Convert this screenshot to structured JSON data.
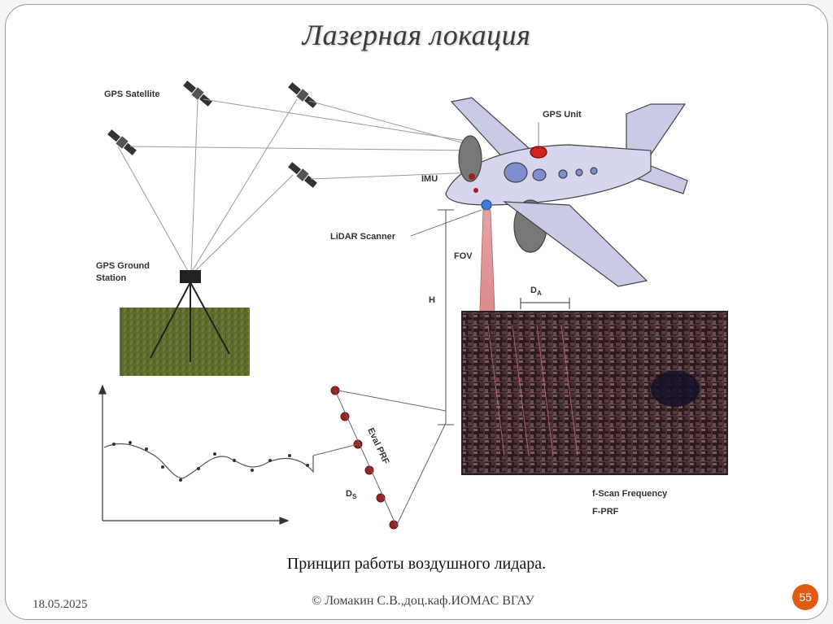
{
  "slide": {
    "title": "Лазерная локация",
    "caption": "Принцип работы воздушного лидара.",
    "date": "18.05.2025",
    "footer": "© Ломакин С.В.,доц.каф.ИОМАС ВГАУ",
    "page_number": "55"
  },
  "diagram": {
    "labels": {
      "gps_satellite": "GPS Satellite",
      "gps_unit": "GPS Unit",
      "imu": "IMU",
      "lidar_scanner": "LiDAR Scanner",
      "fov": "FOV",
      "h": "H",
      "gps_ground_1": "GPS Ground",
      "gps_ground_2": "Station",
      "da": "D",
      "da_sub": "A",
      "ds": "D",
      "ds_sub": "S",
      "scan_frequency": "f-Scan Frequency",
      "prf": "F-PRF",
      "eval_prf": "Eval PRF"
    }
  }
}
